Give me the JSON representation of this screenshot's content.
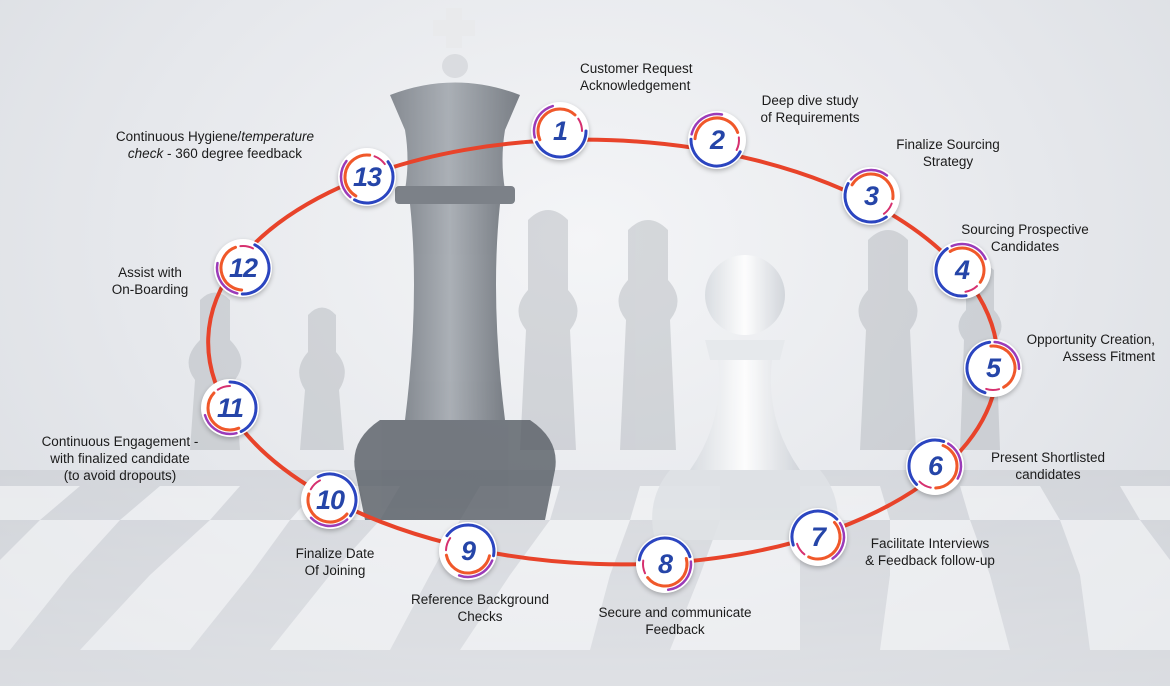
{
  "colors": {
    "ring": "#e8432a",
    "number": "#2545a8",
    "arc_blue": "#2b45c0",
    "arc_purple": "#9b3bb8",
    "arc_orange": "#f0582a",
    "arc_magenta": "#d6306f",
    "label_text": "#1b1b1b"
  },
  "steps": [
    {
      "number": "1",
      "label_lines": [
        "Customer Request",
        "Acknowledgement"
      ]
    },
    {
      "number": "2",
      "label_lines": [
        "Deep dive study",
        "of Requirements"
      ]
    },
    {
      "number": "3",
      "label_lines": [
        "Finalize Sourcing",
        "Strategy"
      ]
    },
    {
      "number": "4",
      "label_lines": [
        "Sourcing Prospective",
        "Candidates"
      ]
    },
    {
      "number": "5",
      "label_lines": [
        "Opportunity Creation,",
        "Assess Fitment"
      ]
    },
    {
      "number": "6",
      "label_lines": [
        "Present Shortlisted",
        "candidates"
      ]
    },
    {
      "number": "7",
      "label_lines": [
        "Facilitate Interviews",
        "& Feedback follow-up"
      ]
    },
    {
      "number": "8",
      "label_lines": [
        "Secure and communicate",
        "Feedback"
      ]
    },
    {
      "number": "9",
      "label_lines": [
        "Reference Background",
        "Checks"
      ]
    },
    {
      "number": "10",
      "label_lines": [
        "Finalize Date",
        "Of Joining"
      ]
    },
    {
      "number": "11",
      "label_lines": [
        "Continuous Engagement -",
        "with finalized candidate",
        "(to avoid dropouts)"
      ]
    },
    {
      "number": "12",
      "label_lines": [
        "Assist with",
        "On-Boarding"
      ]
    },
    {
      "number": "13",
      "label_lines": [
        "Continuous Hygiene/",
        "temperature",
        "check",
        " - 360 degree feedback"
      ]
    }
  ]
}
